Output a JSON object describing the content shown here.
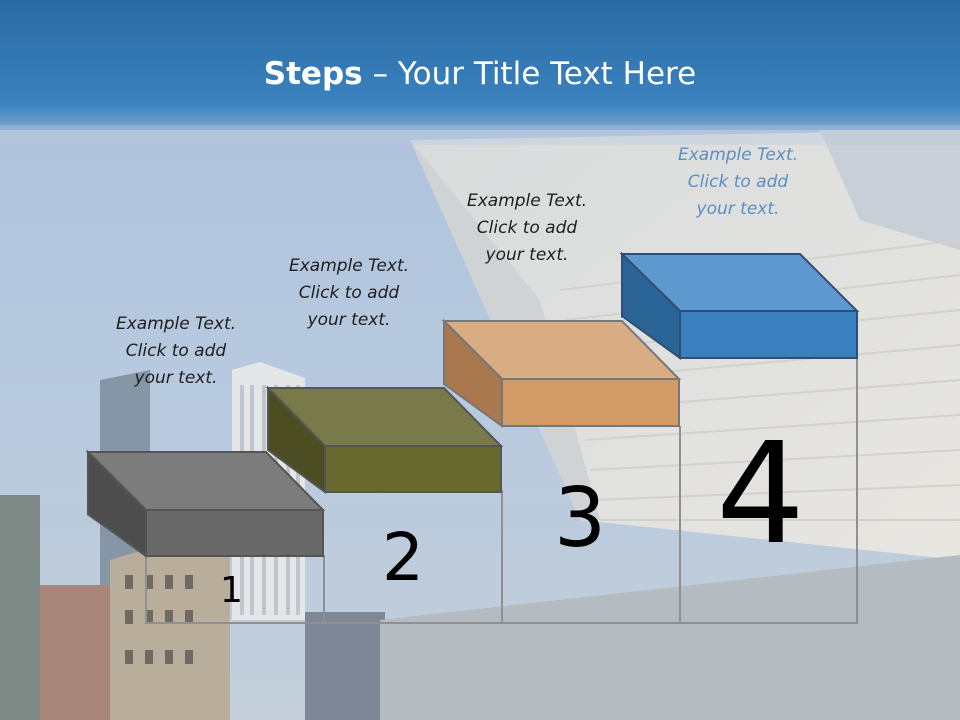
{
  "slide": {
    "title_bold": "Steps",
    "title_rest": " – Your Title Text Here",
    "colors": {
      "header": "#2f75ad",
      "step1": "#6a6a6a",
      "step2": "#6a6b34",
      "step3": "#d29a66",
      "step4": "#3a7fbe",
      "caption4": "#5b8fc4"
    },
    "steps": [
      {
        "number": "1",
        "caption": [
          "Example Text.",
          "Click  to add",
          "your text."
        ]
      },
      {
        "number": "2",
        "caption": [
          "Example Text.",
          "Click  to add",
          "your text."
        ]
      },
      {
        "number": "3",
        "caption": [
          "Example Text.",
          "Click  to add",
          "your text."
        ]
      },
      {
        "number": "4",
        "caption": [
          "Example Text.",
          "Click  to add",
          "your text."
        ]
      }
    ]
  }
}
